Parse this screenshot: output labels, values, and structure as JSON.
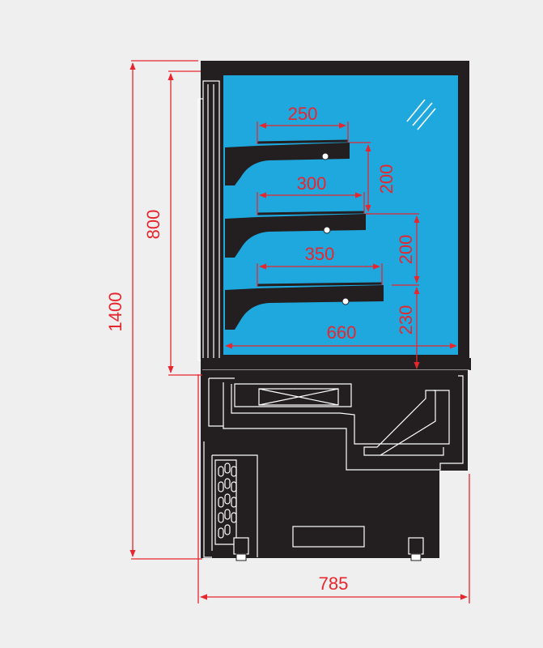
{
  "colors": {
    "background": "#efefef",
    "dimension": "#e8262e",
    "body": "#231f20",
    "glass": "#1fa8de",
    "line_white": "#ffffff"
  },
  "dimensions": {
    "total_height": "1400",
    "display_height": "800",
    "total_width": "785",
    "inner_width": "660",
    "shelf_top_depth": "250",
    "shelf_mid_depth": "300",
    "shelf_bottom_depth": "350",
    "spacing_top": "200",
    "spacing_mid": "200",
    "spacing_bottom": "230"
  }
}
